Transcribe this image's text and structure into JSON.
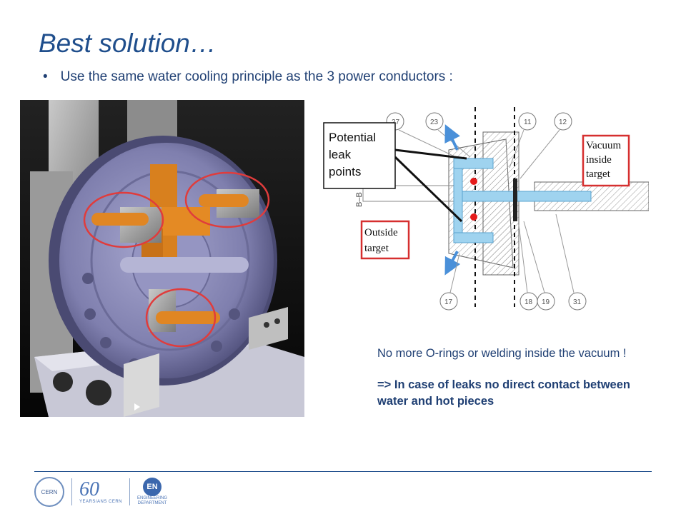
{
  "slide": {
    "title": "Best solution…",
    "bullet_marker": "•",
    "bullet_text": "Use the same water cooling principle as the 3 power conductors :"
  },
  "diagram": {
    "label_potential": [
      "Potential",
      "leak",
      "points"
    ],
    "label_vacuum": [
      "Vacuum",
      "inside",
      "target"
    ],
    "label_outside": [
      "Outside",
      "target"
    ],
    "section_label": "B–B",
    "callouts_top": [
      "27",
      "23",
      "11",
      "12"
    ],
    "callouts_bottom": [
      "17",
      "18",
      "19",
      "31"
    ],
    "colors": {
      "water": "#9fd3ef",
      "highlight_box": "#d62f2f",
      "arrow": "#4a90d9",
      "leak_dot": "#e51b1b"
    }
  },
  "note": {
    "plain_text": "No more O-rings or welding inside the vacuum !",
    "bold_text": "=> In case of leaks no direct contact between water and hot pieces"
  },
  "footer": {
    "cern": "CERN",
    "years_num": "60",
    "years_sub": "YEARS/ANS CERN",
    "en": "EN",
    "dept": [
      "ENGINEERING",
      "DEPARTMENT"
    ]
  }
}
